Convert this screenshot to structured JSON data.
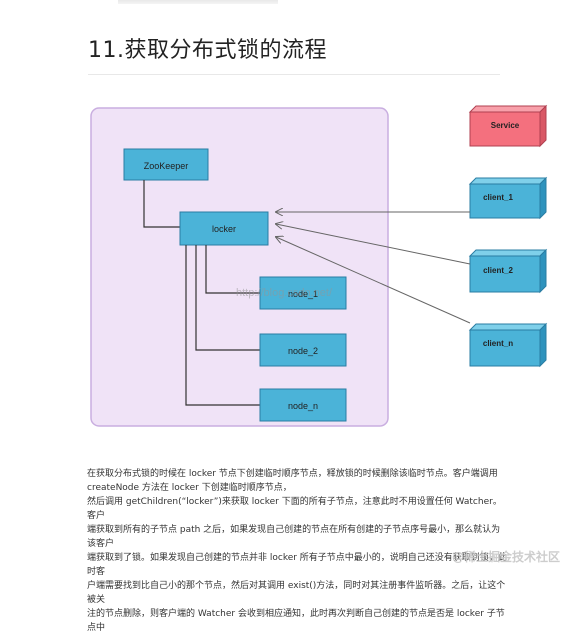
{
  "article": {
    "heading": "11.获取分布式锁的流程"
  },
  "diagram": {
    "boxes": {
      "zookeeper": "ZooKeeper",
      "locker": "locker",
      "node1": "node_1",
      "node2": "node_2",
      "noden": "node_n",
      "service": "Service",
      "client1": "client_1",
      "client2": "client_2",
      "clientn": "client_n"
    },
    "watermark": "http://blog.csdn.net/"
  },
  "description": {
    "lines": [
      "在获取分布式锁的时候在 locker 节点下创建临时顺序节点，释放锁的时候删除该临时节点。客户端调用",
      "createNode 方法在 locker 下创建临时顺序节点，",
      "然后调用 getChildren(“locker”)来获取 locker 下面的所有子节点，注意此时不用设置任何 Watcher。客户",
      "端获取到所有的子节点 path 之后，如果发现自己创建的节点在所有创建的子节点序号最小，那么就认为该客户",
      "端获取到了锁。如果发现自己创建的节点并非 locker 所有子节点中最小的，说明自己还没有获取到锁，此时客",
      "户端需要找到比自己小的那个节点，然后对其调用 exist()方法，同时对其注册事件监听器。之后，让这个被关",
      "注的节点删除，则客户端的 Watcher 会收到相应通知，此时再次判断自己创建的节点是否是 locker 子节点中"
    ]
  },
  "site_watermark": "@稀土掘金技术社区",
  "colors": {
    "zk_fill": "#f0e3f7",
    "box_fill": "#4bb3d8",
    "service_fill": "#f4707e"
  }
}
